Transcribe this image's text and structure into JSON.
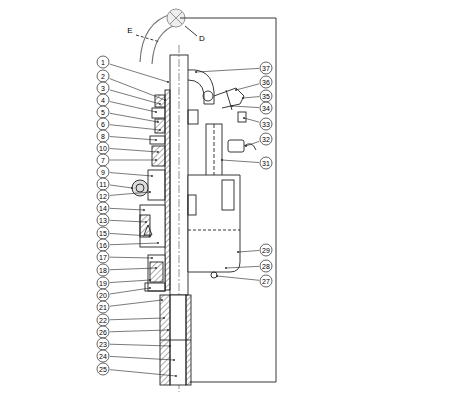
{
  "diagram": {
    "labels": [
      "E",
      "D",
      "1",
      "2",
      "3",
      "4",
      "5",
      "6",
      "8",
      "10",
      "7",
      "9",
      "11",
      "12",
      "14",
      "13",
      "15",
      "16",
      "17",
      "18",
      "19",
      "20",
      "21",
      "22",
      "26",
      "23",
      "24",
      "25",
      "37",
      "36",
      "35",
      "34",
      "33",
      "32",
      "31",
      "29",
      "28",
      "27"
    ]
  }
}
